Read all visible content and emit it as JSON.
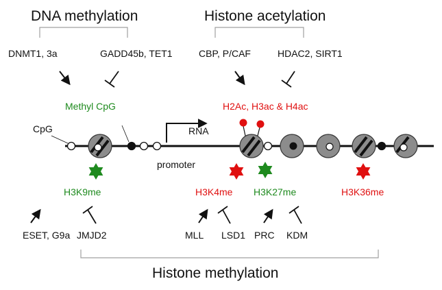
{
  "colors": {
    "text": "#111111",
    "green": "#1e8a1e",
    "red": "#e01010",
    "nucleosome": "#8c8c8c",
    "bracket": "#a0a0a0"
  },
  "groups": {
    "dna_methylation": "DNA methylation",
    "histone_acetylation": "Histone acetylation",
    "histone_methylation": "Histone methylation"
  },
  "enzymes": {
    "dnmt": "DNMT1, 3a",
    "gadd45b": "GADD45b, TET1",
    "cbp": "CBP, P/CAF",
    "hdac": "HDAC2, SIRT1",
    "eset": "ESET, G9a",
    "jmjd2": "JMJD2",
    "mll": "MLL",
    "lsd1": "LSD1",
    "prc": "PRC",
    "kdm": "KDM"
  },
  "marks": {
    "methyl_cpg": "Methyl CpG",
    "acetyl": "H2Ac, H3ac & H4ac",
    "h3k9me": "H3K9me",
    "h3k4me": "H3K4me",
    "h3k27me": "H3K27me",
    "h3k36me": "H3K36me"
  },
  "labels": {
    "cpg": "CpG",
    "rna": "RNA",
    "promoter": "promoter"
  },
  "icons": {
    "activate": "arrow-icon",
    "inhibit": "t-bar-icon",
    "methyl": "star-icon",
    "acetyl": "lollipop-icon"
  }
}
